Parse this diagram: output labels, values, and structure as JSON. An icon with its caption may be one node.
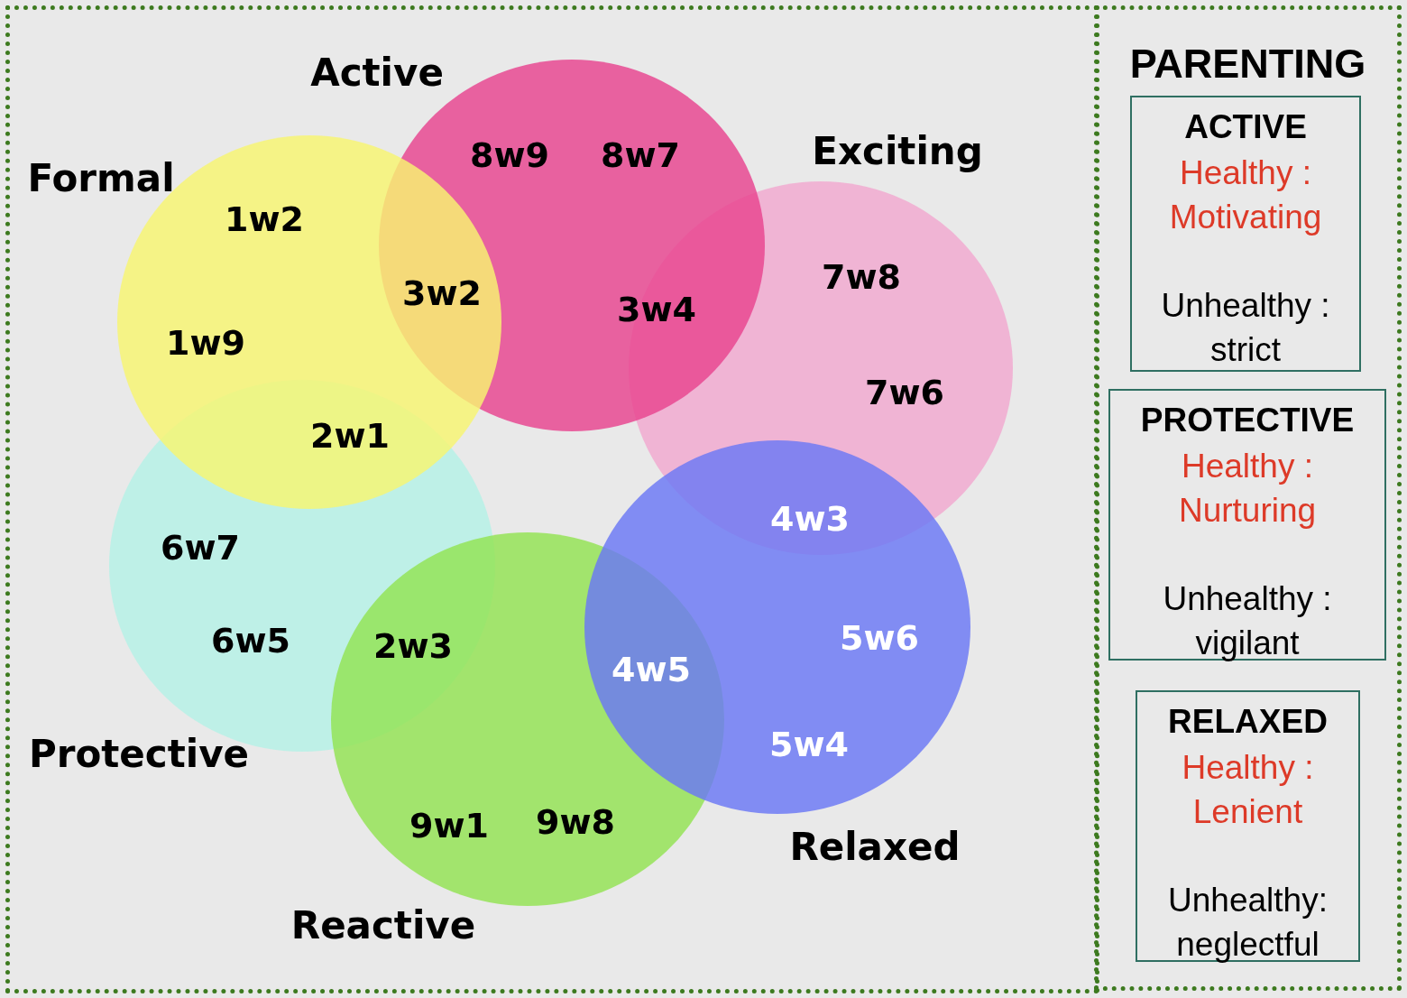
{
  "diagram": {
    "nodes": [
      {
        "text": [
          "Active"
        ]
      },
      {
        "text": [
          "Exciting"
        ]
      },
      {
        "text": [
          "Formal"
        ]
      },
      {
        "text": [
          "Protective"
        ]
      },
      {
        "text": [
          "Relaxed"
        ]
      },
      {
        "text": [
          "Reactive"
        ]
      },
      {
        "text": [
          "PARENTING"
        ]
      },
      {
        "text": [
          "ACTIVE",
          "Healthy : Motivating",
          "Unhealthy : strict"
        ],
        "in": 6
      },
      {
        "text": [
          "PROTECTIVE",
          "Healthy : Nurturing",
          "Unhealthy : vigilant"
        ],
        "in": 6
      },
      {
        "text": [
          "RELAXED",
          "Healthy : Lenient",
          "Unhealthy: neglectful"
        ],
        "in": 6
      }
    ],
    "edges": [],
    "labels": [
      "8w9",
      "8w7",
      "1w2",
      "3w2",
      "7w8",
      "3w4",
      "1w9",
      "7w6",
      "2w1",
      "4w3",
      "6w7",
      "6w5",
      "2w3",
      "5w6",
      "4w5",
      "5w4",
      "9w1",
      "9w8"
    ]
  }
}
